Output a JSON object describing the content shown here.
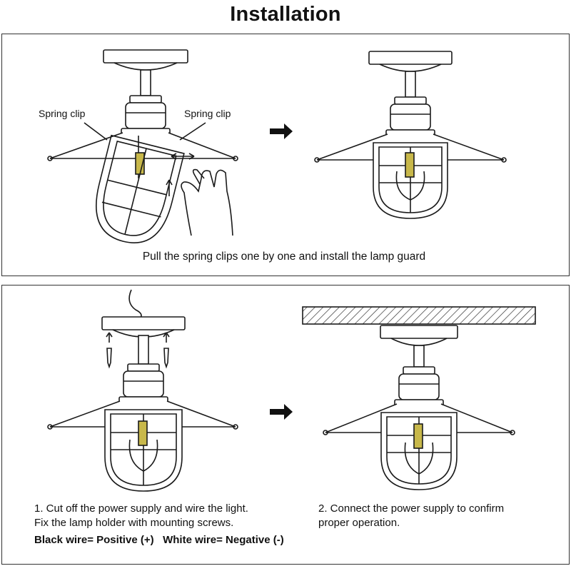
{
  "title": "Installation",
  "panel_top": {
    "label_left": "Spring clip",
    "label_right": "Spring clip",
    "caption": "Pull the spring clips one by one and install the lamp guard"
  },
  "panel_bottom": {
    "step1_line1": "1. Cut off the power supply and wire the light.",
    "step1_line2": "Fix the lamp holder with mounting screws.",
    "step2_line1": "2. Connect the power supply to confirm",
    "step2_line2": "proper operation.",
    "wire_note": "Black wire= Positive (+)   White wire= Negative (-)"
  },
  "colors": {
    "line": "#1a1a1a",
    "bulb_filament": "#c8b84a",
    "accent_arrow": "#111111"
  }
}
